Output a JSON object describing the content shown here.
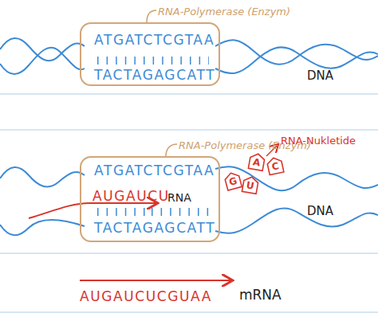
{
  "diagram": {
    "nodes": [
      {
        "text": [
          "RNA-Polymerase (Enzym)",
          "ATGATCTCGTAA",
          "TACTAGAGCATT"
        ]
      },
      {
        "text": [
          "RNA-Polymerase (Enzym)",
          "ATGATCTCGTAA",
          "AUGAUCU",
          "RNA",
          "TACTAGAGCATT"
        ]
      },
      {
        "text": [
          "A"
        ]
      },
      {
        "text": [
          "C"
        ]
      },
      {
        "text": [
          "G"
        ]
      },
      {
        "text": [
          "U"
        ]
      }
    ],
    "labels": [
      "DNA",
      "RNA-Nukletide",
      "DNA",
      "AUGAUCUCGUAA",
      "mRNA"
    ]
  }
}
